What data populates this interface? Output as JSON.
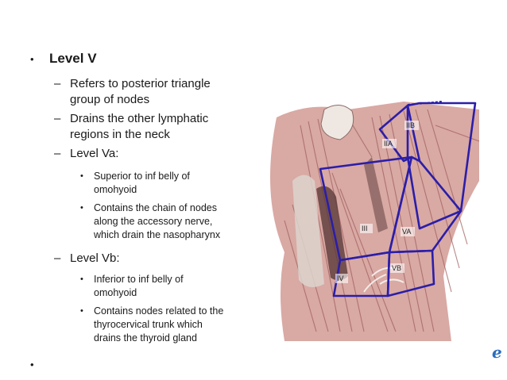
{
  "level_heading": "Level V",
  "items": {
    "refers": [
      "Refers to posterior triangle",
      "group of nodes"
    ],
    "drains": [
      "Drains the other lymphatic",
      "regions in the neck"
    ],
    "va": "Level Va:",
    "va_sub1": [
      "Superior to inf belly of",
      "omohyoid"
    ],
    "va_sub2": [
      "Contains the chain of nodes",
      "along the accessory nerve,",
      "which drain the nasopharynx"
    ],
    "vb": "Level Vb:",
    "vb_sub1": [
      "Inferior to inf belly of",
      "omohyoid"
    ],
    "vb_sub2": [
      "Contains nodes related to the",
      "thyrocervical trunk which",
      "drains the thyroid gland"
    ]
  },
  "bullets": {
    "dot": "•",
    "dash": "–"
  },
  "figure_labels": {
    "IIA": "IIA",
    "IIB": "IIB",
    "III": "III",
    "IV": "IV",
    "VA": "VA",
    "VB": "VB"
  },
  "colors": {
    "zone_outline": "#2b1ea8",
    "muscle": "#c98a86",
    "muscle_dark": "#a0605e",
    "gland": "#e9e2dc",
    "shadow": "#6b4a48"
  },
  "corner_mark": "e"
}
